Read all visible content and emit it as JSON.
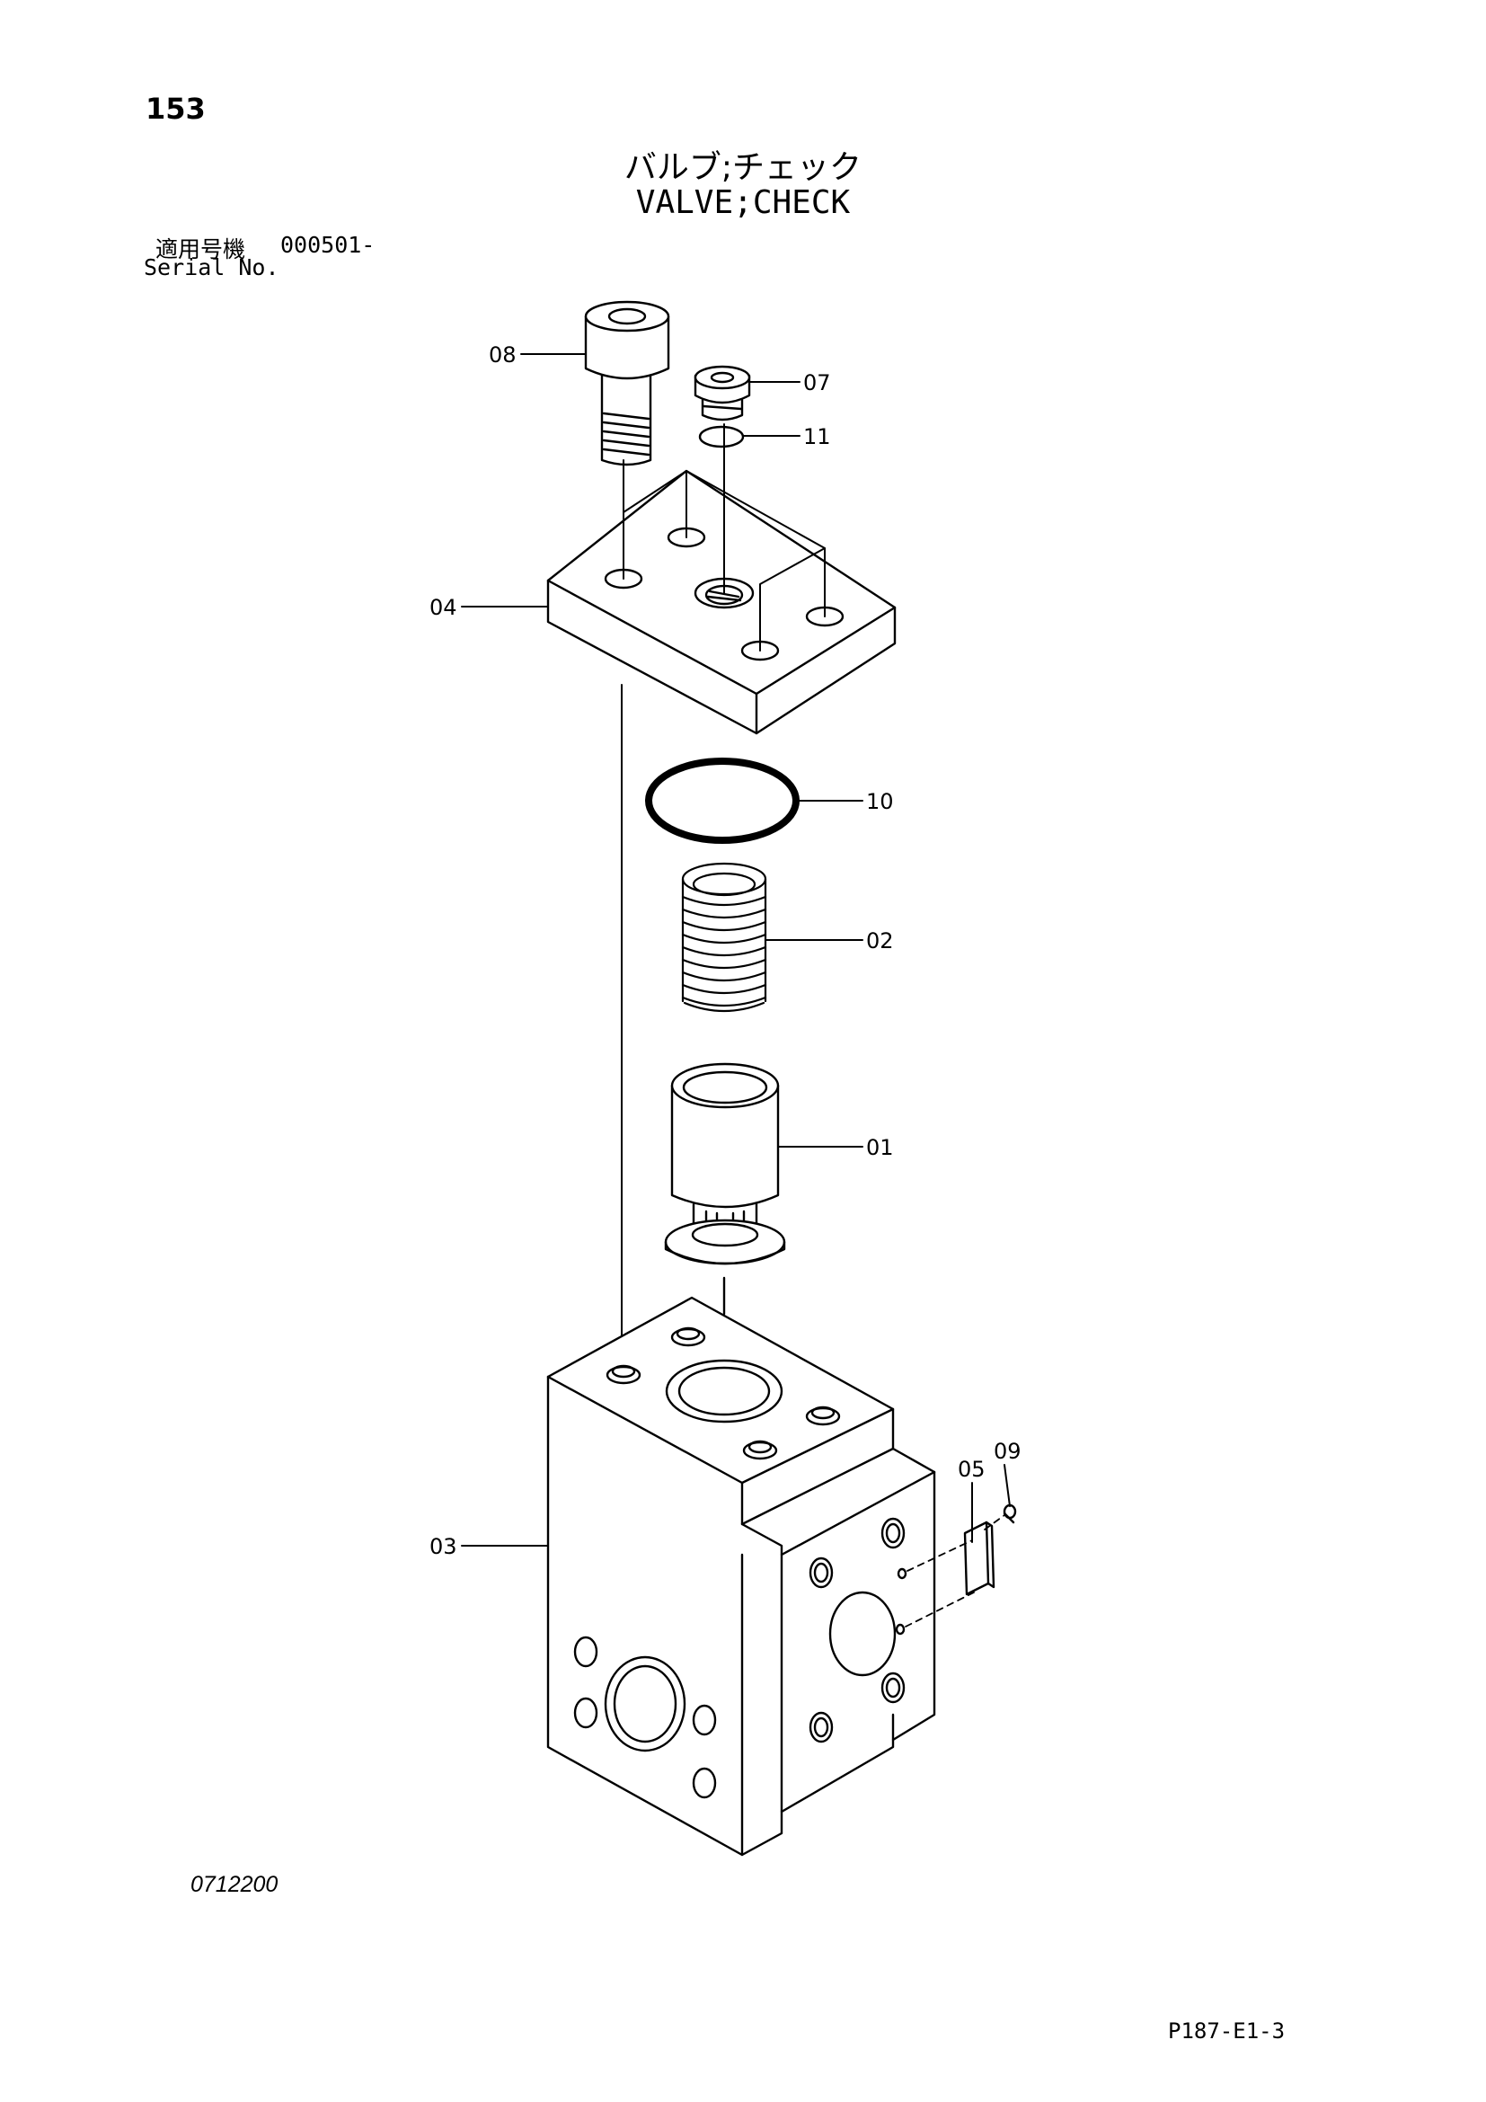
{
  "page_number": "153",
  "title_jp": "バルブ;チェック",
  "title_en": "VALVE;CHECK",
  "serial": {
    "label_jp": "適用号機",
    "number": "000501-",
    "label_en": "Serial No."
  },
  "parts": {
    "p01": "01",
    "p02": "02",
    "p03": "03",
    "p04": "04",
    "p05": "05",
    "p07": "07",
    "p08": "08",
    "p09": "09",
    "p10": "10",
    "p11": "11"
  },
  "drawing_code": "0712200",
  "sheet_ref": "P187-E1-3"
}
